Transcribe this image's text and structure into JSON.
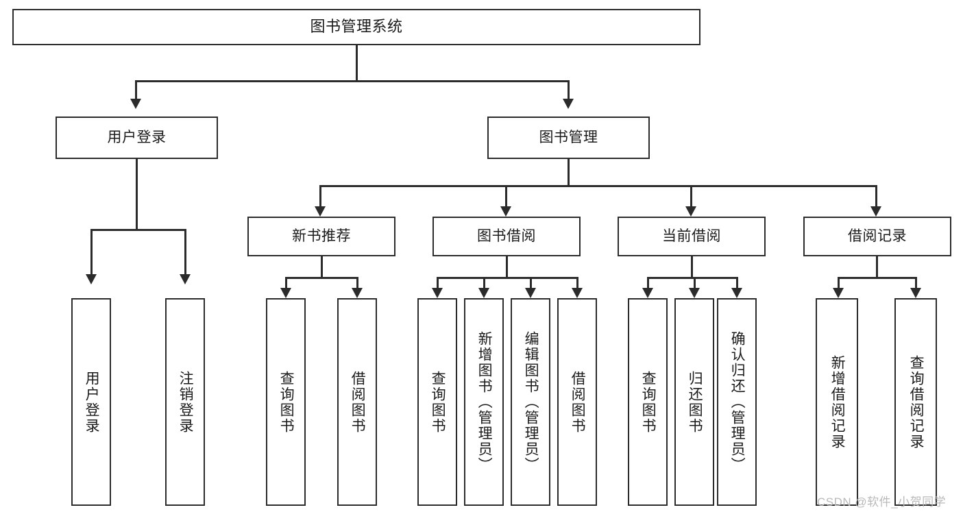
{
  "diagram": {
    "type": "tree-hierarchy",
    "title": "图书管理系统",
    "root": {
      "id": "root",
      "label": "图书管理系统"
    },
    "level1": [
      {
        "id": "user-login",
        "label": "用户登录"
      },
      {
        "id": "book-management",
        "label": "图书管理"
      }
    ],
    "level2": [
      {
        "id": "new-book-recommend",
        "label": "新书推荐",
        "parent": "book-management"
      },
      {
        "id": "book-borrow",
        "label": "图书借阅",
        "parent": "book-management"
      },
      {
        "id": "current-borrow",
        "label": "当前借阅",
        "parent": "book-management"
      },
      {
        "id": "borrow-record",
        "label": "借阅记录",
        "parent": "book-management"
      }
    ],
    "leaves": {
      "user_login": [
        {
          "id": "leaf-user-login",
          "label": "用户登录"
        },
        {
          "id": "leaf-logout",
          "label": "注销登录"
        }
      ],
      "new_book_recommend": [
        {
          "id": "leaf-query-book-1",
          "label": "查询图书"
        },
        {
          "id": "leaf-borrow-book-1",
          "label": "借阅图书"
        }
      ],
      "book_borrow": [
        {
          "id": "leaf-query-book-2",
          "label": "查询图书"
        },
        {
          "id": "leaf-add-book",
          "label": "新增图书（管理员）"
        },
        {
          "id": "leaf-edit-book",
          "label": "编辑图书（管理员）"
        },
        {
          "id": "leaf-borrow-book-2",
          "label": "借阅图书"
        }
      ],
      "current_borrow": [
        {
          "id": "leaf-query-book-3",
          "label": "查询图书"
        },
        {
          "id": "leaf-return-book",
          "label": "归还图书"
        },
        {
          "id": "leaf-confirm-return",
          "label": "确认归还（管理员）"
        }
      ],
      "borrow_record": [
        {
          "id": "leaf-add-record",
          "label": "新增借阅记录"
        },
        {
          "id": "leaf-query-record",
          "label": "查询借阅记录"
        }
      ]
    },
    "colors": {
      "border": "#2b2b2b",
      "text": "#1a1a1a",
      "background": "#ffffff",
      "watermark": "#b9b9b9"
    }
  },
  "watermark": {
    "text": "CSDN @软件_小贺同学"
  }
}
